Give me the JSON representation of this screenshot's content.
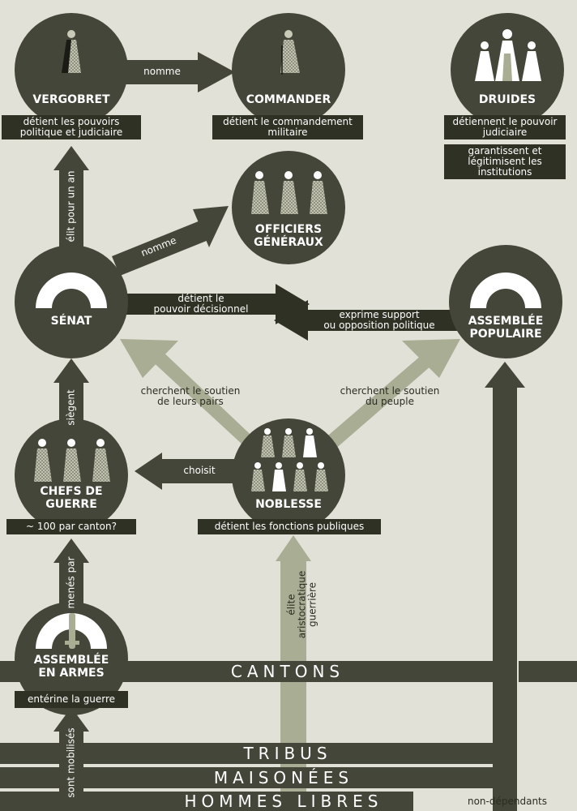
{
  "nodes": {
    "vergobret": {
      "title": "VERGOBRET",
      "caption": "détient les pouvoirs politique et judiciaire"
    },
    "commander": {
      "title": "COMMANDER",
      "caption": "détient le commandement militaire"
    },
    "druides": {
      "title": "DRUIDES",
      "caption1": "détiennent le pouvoir judiciaire",
      "caption2": "garantissent et légitimisent les institutions"
    },
    "officiers": {
      "title_line1": "OFFICIERS",
      "title_line2": "GÉNÉRAUX"
    },
    "senat": {
      "title": "SÉNAT"
    },
    "assemblee_populaire": {
      "title_line1": "ASSEMBLÉE",
      "title_line2": "POPULAIRE"
    },
    "chefs": {
      "title_line1": "CHEFS DE",
      "title_line2": "GUERRE",
      "caption": "~ 100 par canton?"
    },
    "noblesse": {
      "title": "NOBLESSE",
      "caption": "détient les fonctions publiques"
    },
    "assemblee_armes": {
      "title_line1": "ASSEMBLÉE",
      "title_line2": "EN ARMES",
      "caption": "entérine la guerre"
    }
  },
  "arrows": {
    "nomme_top": "nomme",
    "nomme_officiers": "nomme",
    "elit": "élit pour un an",
    "detient_decisionnel_line1": "détient le",
    "detient_decisionnel_line2": "pouvoir décisionnel",
    "exprime_line1": "exprime support",
    "exprime_line2": "ou opposition politique",
    "pairs_line1": "cherchent le soutien",
    "pairs_line2": "de leurs pairs",
    "peuple_line1": "cherchent le soutien",
    "peuple_line2": "du peuple",
    "siegent": "siègent",
    "choisit": "choisit",
    "menes_par": "menés par",
    "elite_line1": "élite",
    "elite_line2": "aristocratique",
    "elite_line3": "guerrière",
    "sont_mobilises": "sont mobilisés",
    "non_dependants": "non-dépendants"
  },
  "bands": {
    "cantons": "CANTONS",
    "tribus": "TRIBUS",
    "maisonees": "MAISONÉES",
    "hommes_libres": "HOMMES LIBRES"
  },
  "colors": {
    "background": "#e2e1d8",
    "dark": "#45463a",
    "darker": "#2f3124",
    "light_arrow": "#a8ad94",
    "figure_light": "#c9cab8"
  }
}
